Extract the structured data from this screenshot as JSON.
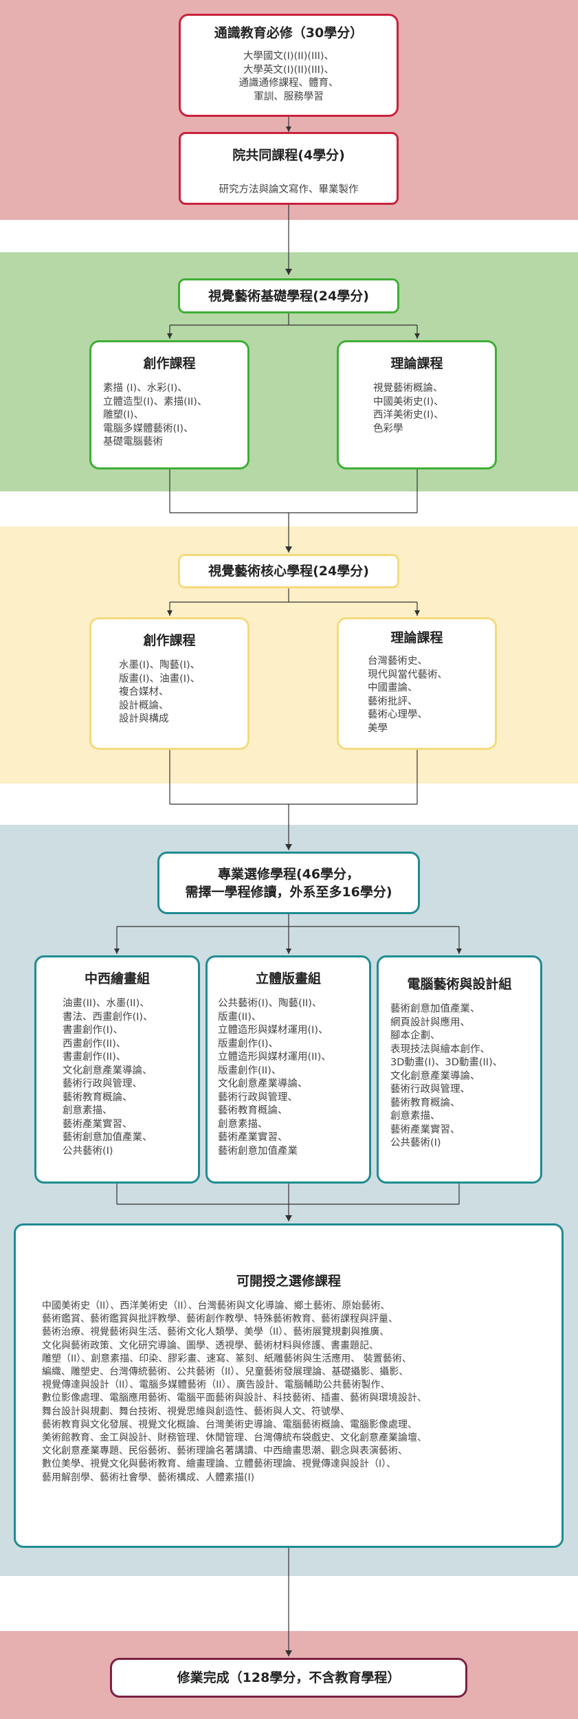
{
  "colors": {
    "band_red": "#e6b0b0",
    "band_green": "#b5d8a6",
    "band_yellow": "#fdefc7",
    "band_teal": "#cddde1",
    "box_red": "#c9213c",
    "box_green": "#3fae35",
    "box_yellow": "#f5da7c",
    "box_teal": "#1f8c92",
    "box_final": "#7b2243"
  },
  "general": {
    "title": "通識教育必修（30學分）",
    "lines": [
      "大學國文(I)(II)(III)、",
      "大學英文(I)(II)(III)、",
      "通識通修課程、體育、",
      "軍訓、服務學習"
    ]
  },
  "college": {
    "title": "院共同課程(4學分)",
    "lines": [
      "研究方法與論文寫作、畢業製作"
    ]
  },
  "basic": {
    "title": "視覺藝術基礎學程(24學分)",
    "creative": {
      "title": "創作課程",
      "lines": [
        "素描 (I)、水彩(I)、",
        "立體造型(I)、素描(II)、",
        "雕塑(I)、",
        "電腦多媒體藝術(I)、",
        "基礎電腦藝術"
      ]
    },
    "theory": {
      "title": "理論課程",
      "lines": [
        "視覺藝術概論、",
        "中國美術史(I)、",
        "西洋美術史(I)、",
        "色彩學"
      ]
    }
  },
  "core": {
    "title": "視覺藝術核心學程(24學分)",
    "creative": {
      "title": "創作課程",
      "lines": [
        "水墨(I)、陶藝(I)、",
        "版畫(I)、油畫(I)、",
        "複合媒材、",
        "設計概論、",
        "設計與構成"
      ]
    },
    "theory": {
      "title": "理論課程",
      "lines": [
        "台灣藝術史、",
        "現代與當代藝術、",
        "中國畫論、",
        "藝術批評、",
        "藝術心理學、",
        "美學"
      ]
    }
  },
  "elective": {
    "title_line1": "專業選修學程(46學分，",
    "title_line2": "需擇一學程修讀，外系至多16學分)",
    "painting": {
      "title": "中西繪畫組",
      "lines": [
        "油畫(II)、水墨(II)、",
        "書法、西畫創作(I)、",
        "書畫創作(I)、",
        "西畫創作(II)、",
        "書畫創作(II)、",
        "文化創意產業導論、",
        "藝術行政與管理、",
        "藝術教育概論、",
        "創意素描、",
        "藝術產業實習、",
        "藝術創意加值產業、",
        "公共藝術(I)"
      ]
    },
    "sculpture": {
      "title": "立體版畫組",
      "lines": [
        "公共藝術(I)、陶藝(II)、",
        "版畫(II)、",
        "立體造形與媒材運用(I)、",
        "版畫創作(I)、",
        "立體造形與媒材運用(II)、",
        "版畫創作(II)、",
        "文化創意產業導論、",
        "藝術行政與管理、",
        "藝術教育概論、",
        "創意素描、",
        "藝術產業實習、",
        "藝術創意加值產業"
      ]
    },
    "digital": {
      "title": "電腦藝術與設計組",
      "lines": [
        "藝術創意加值產業、",
        "網頁設計與應用、",
        "腳本企劃、",
        "表現技法與繪本創作、",
        "3D動畫(I)、3D動畫(II)、",
        "文化創意產業導論、",
        "藝術行政與管理、",
        "藝術教育概論、",
        "創意素描、",
        "藝術產業實習、",
        "公共藝術(I)"
      ]
    }
  },
  "open": {
    "title": "可開授之選修課程",
    "lines": [
      "中國美術史（II）、西洋美術史（II）、台灣藝術與文化導論、鄉土藝術、原始藝術、",
      "藝術鑑賞、藝術鑑賞與批評教學、藝術創作教學、特殊藝術教育、藝術課程與評量、",
      "藝術治療、視覺藝術與生活、藝術文化人類學、美學（II）、藝術展覽規劃與推廣、",
      "文化與藝術政策、文化研究導論、圖學、透視學、藝術材料與修護、書畫題記、",
      "雕塑（II）、創意素描、印染、膠彩畫、速寫、篆刻、紙雕藝術與生活應用、 裝置藝術、",
      "編織、雕塑史、台灣傳統藝術、公共藝術（II）、兒童藝術發展理論、基礎攝影、攝影、",
      "視覺傳達與設計（II）、電腦多媒體藝術（II）、廣告設計、電腦輔助公共藝術製作、",
      "數位影像處理、電腦應用藝術、電腦平面藝術與設計、科技藝術、插畫、藝術與環境設計、",
      "舞台設計與規劃、舞台技術、視覺思維與創造性、藝術與人文、符號學、",
      "藝術教育與文化發展、視覺文化概論、台灣美術史導論、電腦藝術概論、電腦影像處理、",
      "美術館教育、金工與設計、財務管理、休閒管理、台灣傳統布袋戲史、文化創意產業論壇、",
      "文化創意產業專題、民俗藝術、藝術理論名著講讀、中西繪畫思潮、觀念與表演藝術、",
      "數位美學、視覺文化與藝術教育、繪畫理論、立體藝術理論、視覺傳達與設計（I）、",
      "藝用解剖學、藝術社會學、藝術構成、人體素描(I)"
    ]
  },
  "final": {
    "title": "修業完成（128學分，不含教育學程）"
  }
}
